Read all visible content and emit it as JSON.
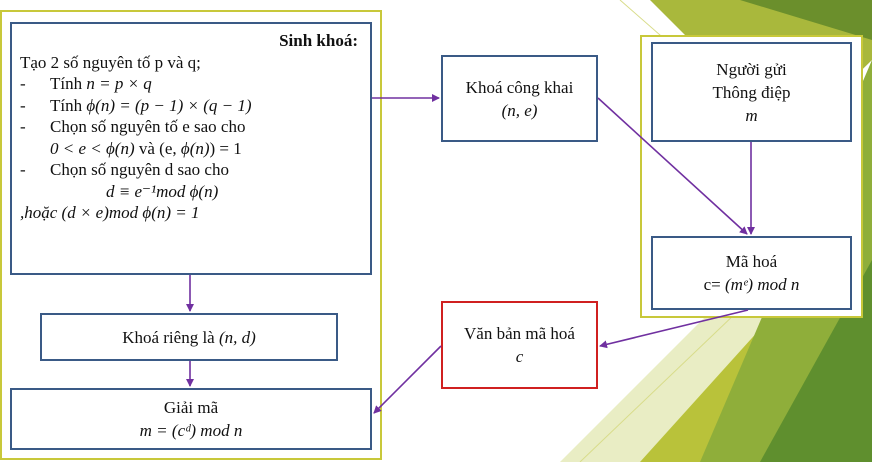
{
  "keygen": {
    "title": "Sinh khoá:",
    "line1": "Tạo 2 số nguyên tố p và q;",
    "dash": "-",
    "line2_prefix": "Tính ",
    "line2_math": "n = p × q",
    "line3_prefix": "Tính ",
    "line3_math": "ϕ(n) = (p − 1) × (q − 1)",
    "line4": "Chọn số nguyên tố e sao cho",
    "line5_math_a": "0 < e < ϕ(n)",
    "line5_text": " và (e, ",
    "line5_math_b": "ϕ(n)",
    "line5_text_b": ") = 1",
    "line6": "Chọn số nguyên d sao cho",
    "line7_math": "d ≡ e⁻¹mod ϕ(n)",
    "line8_math": ",hoặc (d × e)mod ϕ(n) = 1"
  },
  "private_key": {
    "label": "Khoá riêng là ",
    "math": "(n, d)"
  },
  "decrypt": {
    "title": "Giải mã",
    "math": "m = (cᵈ) mod n"
  },
  "public_key": {
    "title": "Khoá công khai",
    "math": "(n, e)"
  },
  "sender": {
    "line1": "Người gửi",
    "line2": "Thông điệp",
    "math": "m"
  },
  "encrypt": {
    "title": "Mã hoá",
    "prefix": "c= ",
    "math": "(mᵉ) mod n"
  },
  "ciphertext": {
    "title": "Văn bản mã hoá",
    "math": "c"
  },
  "colors": {
    "box_border": "#3a5a86",
    "frame_border": "#c8c83a",
    "arrow": "#7030a0",
    "cipher_border": "#d02020",
    "bg_green_light": "#b9c23a",
    "bg_green_dark": "#5f8f2e"
  }
}
